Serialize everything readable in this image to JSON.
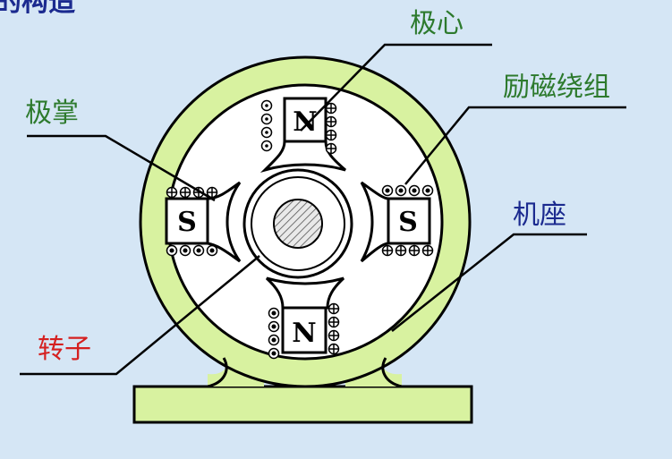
{
  "title_fragment": "的构造",
  "labels": {
    "pole_core": "极心",
    "field_winding": "励磁绕组",
    "pole_shoe": "极掌",
    "frame": "机座",
    "rotor": "转子"
  },
  "poles": {
    "top": "N",
    "bottom": "N",
    "left": "S",
    "right": "S"
  },
  "colors": {
    "background": "#d5e6f5",
    "frame": "#d8f2a0",
    "label_green": "#2d7a2d",
    "label_blue": "#1b2a8f",
    "label_red": "#d52020"
  }
}
